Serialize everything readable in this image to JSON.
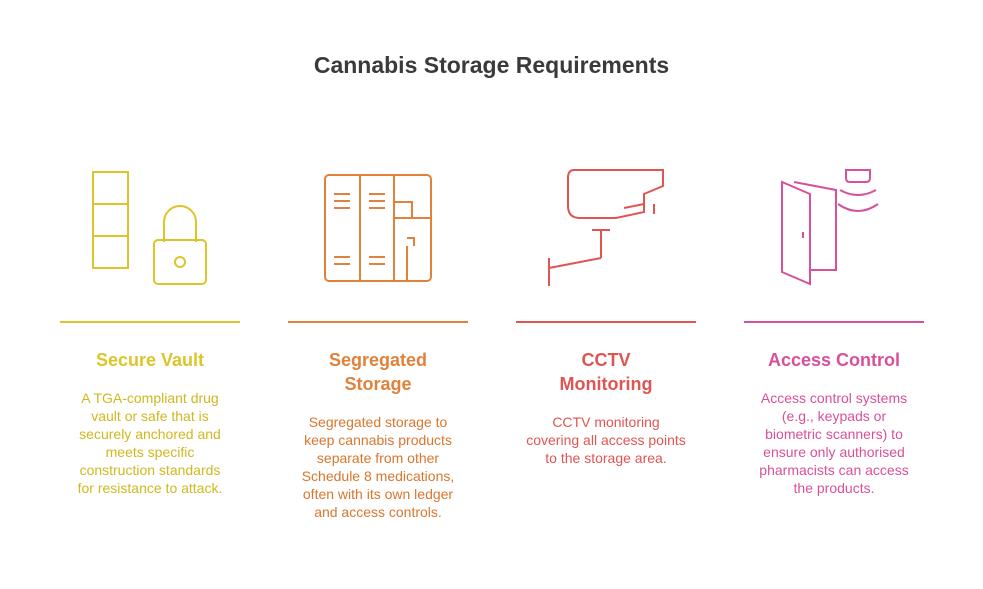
{
  "title": "Cannabis Storage Requirements",
  "items": [
    {
      "heading": "Secure Vault",
      "description": "A TGA-compliant drug vault or safe that is securely anchored and meets specific construction standards for resistance to attack.",
      "color": "#dcc52a",
      "icon": "vault-padlock-icon"
    },
    {
      "heading": "Segregated Storage",
      "description": "Segregated storage to keep cannabis products separate from other Schedule 8 medications, often with its own ledger and access controls.",
      "color": "#e0823c",
      "icon": "storage-cabinet-icon"
    },
    {
      "heading": "CCTV Monitoring",
      "description": "CCTV monitoring covering all access points to the storage area.",
      "color": "#e05552",
      "icon": "cctv-camera-icon"
    },
    {
      "heading": "Access Control",
      "description": "Access control systems (e.g., keypads or biometric scanners) to ensure only authorised pharmacists can access the products.",
      "color": "#d9509a",
      "icon": "access-door-sensor-icon"
    }
  ]
}
